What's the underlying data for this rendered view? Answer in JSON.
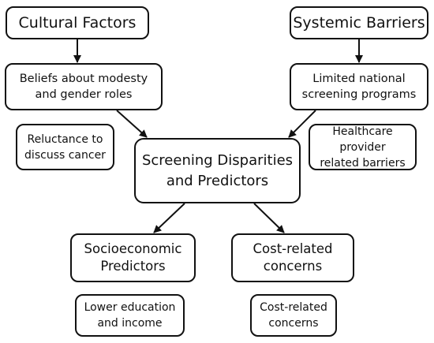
{
  "nodes": {
    "cultural_factors": "Cultural Factors",
    "systemic_barriers": "Systemic Barriers",
    "beliefs": "Beliefs about modesty\nand gender roles",
    "limited_programs": "Limited national\nscreening programs",
    "reluctance": "Reluctance to\ndiscuss cancer",
    "provider_barriers": "Healthcare provider\nrelated barriers",
    "center": "Screening Disparities\nand Predictors",
    "socioeconomic": "Socioeconomic\nPredictors",
    "cost_concerns": "Cost-related\nconcerns",
    "lower_education": "Lower education\nand income",
    "cost_leaf": "Cost-related\nconcerns"
  },
  "colors": {
    "stroke": "#111111",
    "background": "#ffffff"
  }
}
